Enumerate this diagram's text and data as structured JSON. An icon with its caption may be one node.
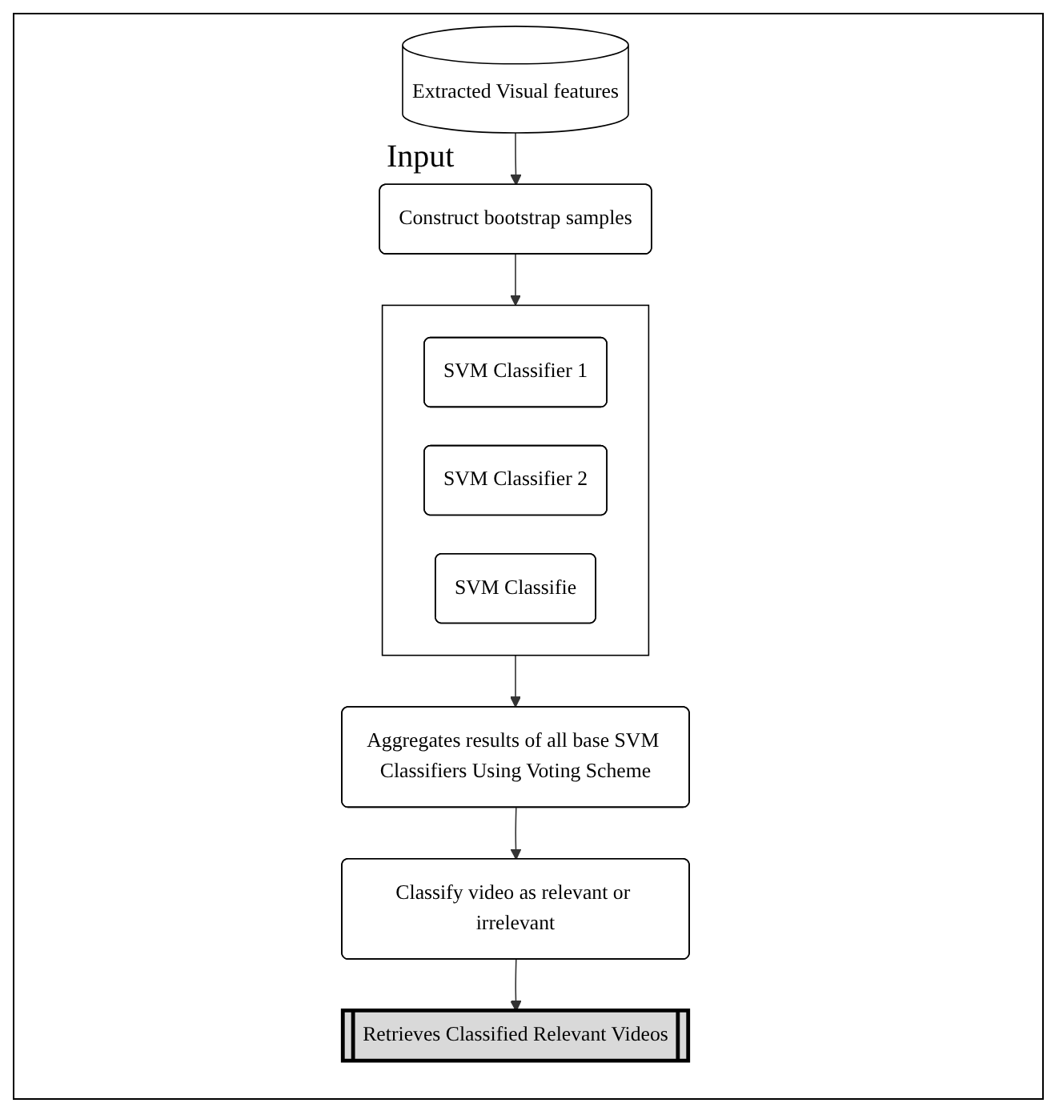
{
  "diagram": {
    "nodes": [
      {
        "text": [
          "Extracted Visual features"
        ],
        "beside": [
          "Input"
        ]
      },
      {
        "text": [
          "Construct bootstrap samples"
        ]
      },
      {
        "text": [],
        "shape": "box"
      },
      {
        "text": [
          "SVM Classifier 1"
        ],
        "in": 2
      },
      {
        "text": [
          "SVM Classifier 2"
        ],
        "in": 2
      },
      {
        "text": [
          "SVM Classifie"
        ],
        "in": 2
      },
      {
        "text": [
          "Aggregates results of all base SVM Classifiers Using Voting Scheme"
        ]
      },
      {
        "text": [
          "Classify video as relevant or irrelevant"
        ]
      },
      {
        "text": [
          "Retrieves Classified Relevant Videos"
        ]
      }
    ],
    "edges": [
      {
        "from": 0,
        "to": 1,
        "arrow": "to"
      },
      {
        "from": 1,
        "to": 2,
        "arrow": "to"
      },
      {
        "from": 2,
        "to": 6,
        "arrow": "to"
      },
      {
        "from": 6,
        "to": 7,
        "arrow": "to"
      },
      {
        "from": 7,
        "to": 8,
        "arrow": "to"
      }
    ]
  }
}
